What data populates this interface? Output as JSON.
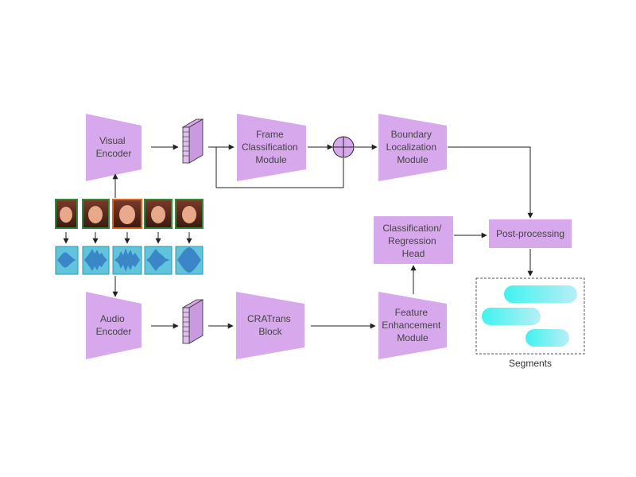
{
  "colors": {
    "block": "#d8a8ec",
    "line": "#222222",
    "frame_border": "#2f8a3a",
    "frame_border_active": "#e0661f",
    "wave_bg": "#62c4dc",
    "wave_fill": "#3b86c6",
    "segment": "#5ff0f0"
  },
  "blocks": {
    "visual_encoder": [
      "Visual",
      "Encoder"
    ],
    "frame_classification": [
      "Frame",
      "Classification",
      "Module"
    ],
    "boundary_localization": [
      "Boundary",
      "Localization",
      "Module"
    ],
    "classification_regression": [
      "Classification/",
      "Regression",
      "Head"
    ],
    "post_processing": [
      "Post-processing"
    ],
    "audio_encoder": [
      "Audio",
      "Encoder"
    ],
    "cratrans": [
      "CRATrans",
      "Block"
    ],
    "feature_enhancement": [
      "Feature",
      "Enhancement",
      "Module"
    ]
  },
  "segments_label": "Segments",
  "icons": {
    "feature_map": "stacked-feature-map-icon",
    "sum": "circled-plus-icon",
    "face": "face-thumbnail-icon",
    "waveform": "audio-waveform-icon"
  }
}
